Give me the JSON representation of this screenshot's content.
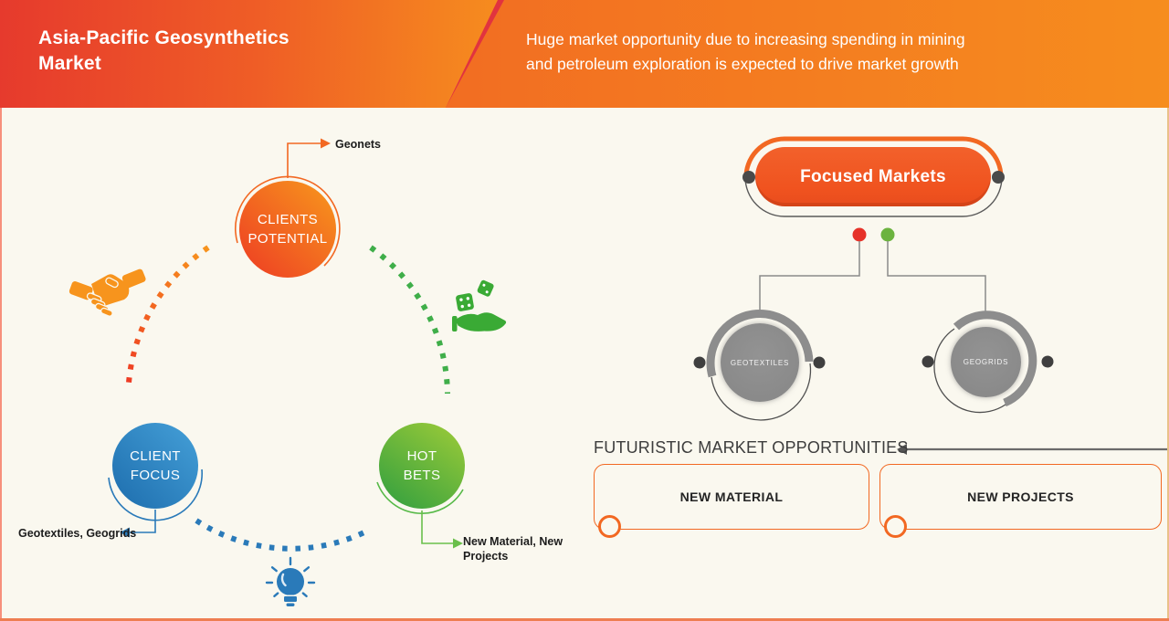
{
  "header": {
    "title": "Asia-Pacific Geosynthetics\nMarket",
    "subtitle": "Huge market opportunity due to increasing spending in mining\nand petroleum exploration is expected to drive market growth"
  },
  "cycle": {
    "nodes": [
      {
        "id": "clients-potential",
        "label": "CLIENTS\nPOTENTIAL",
        "callout": "Geonets",
        "color": "#f26822"
      },
      {
        "id": "client-focus",
        "label": "CLIENT\nFOCUS",
        "callout": "Geotextiles, Geogrids",
        "color": "#2a7ab9"
      },
      {
        "id": "hot-bets",
        "label": "HOT\nBETS",
        "callout": "New Material, New Projects",
        "color": "#56b947"
      }
    ],
    "icons": [
      {
        "name": "handshake-icon",
        "color": "#f26822"
      },
      {
        "name": "hand-with-dice-icon",
        "color": "#3aaa35"
      },
      {
        "name": "lightbulb-icon",
        "color": "#2a7ab9"
      }
    ]
  },
  "focused": {
    "title": "Focused Markets",
    "markets": [
      {
        "label": "GEOTEXTILES"
      },
      {
        "label": "GEOGRIDS"
      }
    ],
    "legend_dot_colors": [
      "#e63229",
      "#6cb33f"
    ]
  },
  "opportunities": {
    "heading": "FUTURISTIC MARKET OPPORTUNITIES",
    "items": [
      {
        "label": "NEW MATERIAL"
      },
      {
        "label": "NEW PROJECTS"
      }
    ]
  },
  "colors": {
    "accent_orange": "#f26822",
    "background": "#faf8ef"
  }
}
